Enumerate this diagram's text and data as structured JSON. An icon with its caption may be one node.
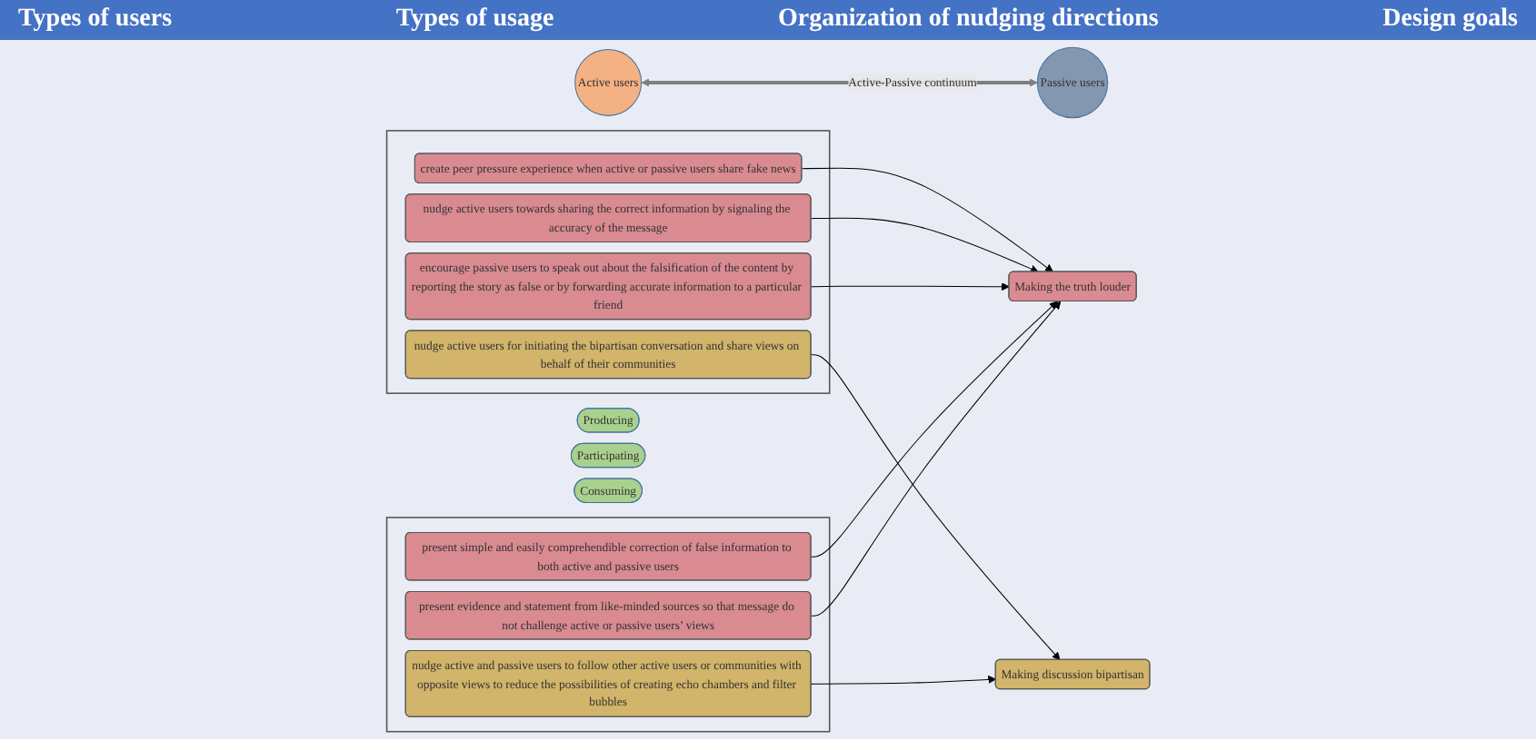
{
  "diagram": {
    "nodes": [
      {
        "text": [
          "Active users"
        ]
      },
      {
        "text": [
          "Passive users"
        ]
      },
      {
        "text": [
          "Producing"
        ]
      },
      {
        "text": [
          "Participating"
        ]
      },
      {
        "text": [
          "Consuming"
        ]
      },
      {
        "text": [],
        "shape": "box"
      },
      {
        "text": [
          "create peer pressure experience when active or passive users share fake news"
        ],
        "in": 5
      },
      {
        "text": [
          "nudge active users towards sharing the correct information by signaling the accuracy of the message"
        ],
        "in": 5
      },
      {
        "text": [
          "encourage passive users to speak out about the falsification of the content by reporting the story as false or by forwarding accurate information to a particular friend"
        ],
        "in": 5
      },
      {
        "text": [
          "nudge active users for initiating the bipartisan conversation and share views on behalf of their communities"
        ],
        "in": 5
      },
      {
        "text": [],
        "shape": "box"
      },
      {
        "text": [
          "nudge active and passive users to follow other active users or communities with opposite views to reduce the possibilities of creating echo chambers and filter bubbles"
        ],
        "in": 10
      },
      {
        "text": [
          "present simple and easily comprehendible correction of false information to both active and passive users"
        ],
        "in": 10
      },
      {
        "text": [
          "present evidence and statement from like-minded sources so that message do not challenge active or passive users’ views"
        ],
        "in": 10
      },
      {
        "text": [
          "Making the truth louder"
        ]
      },
      {
        "text": [
          "Making discussion bipartisan"
        ]
      }
    ],
    "edges": [
      {
        "from": 0,
        "to": 1,
        "arrow": "both",
        "label": "Active-Passive continuum",
        "style": "thick",
        "color": "#7f7f7f"
      },
      {
        "from": 6,
        "to": 14,
        "arrow": "to"
      },
      {
        "from": 7,
        "to": 14,
        "arrow": "to"
      },
      {
        "from": 8,
        "to": 14,
        "arrow": "to"
      },
      {
        "from": 9,
        "to": 15,
        "arrow": "to"
      },
      {
        "from": 11,
        "to": 15,
        "arrow": "to"
      },
      {
        "from": 12,
        "to": 14,
        "arrow": "to"
      },
      {
        "from": 13,
        "to": 14,
        "arrow": "to"
      }
    ],
    "labels": [
      "Types of users",
      "Types of usage",
      "Organization of nudging directions",
      "Design goals"
    ]
  }
}
